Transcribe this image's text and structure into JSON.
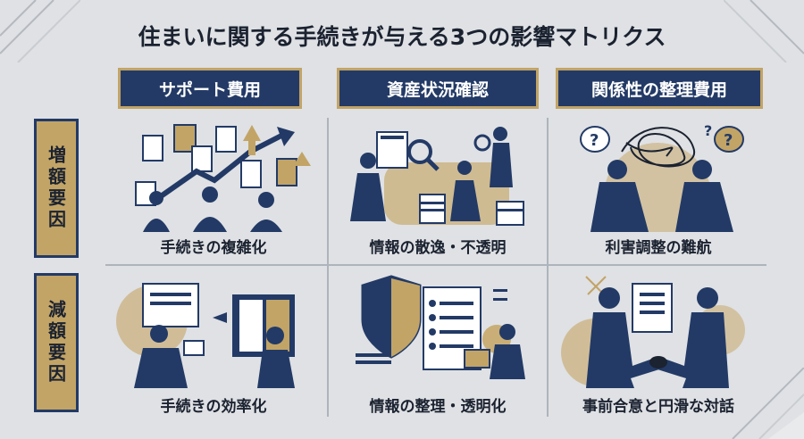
{
  "title": "住まいに関する手続きが与える3つの影響マトリクス",
  "columns": [
    {
      "label": "サポート費用"
    },
    {
      "label": "資産状況確認"
    },
    {
      "label": "関係性の整理費用"
    }
  ],
  "rows": [
    {
      "label": "増額要因",
      "cells": [
        {
          "caption": "手続きの複雑化",
          "icon": "documents-people-rising-arrows-icon"
        },
        {
          "caption": "情報の散逸・不透明",
          "icon": "people-searching-documents-icon"
        },
        {
          "caption": "利害調整の難航",
          "icon": "tangled-discussion-icon"
        }
      ]
    },
    {
      "label": "減額要因",
      "cells": [
        {
          "caption": "手続きの効率化",
          "icon": "people-organized-binder-icon"
        },
        {
          "caption": "情報の整理・透明化",
          "icon": "shield-checklist-person-icon"
        },
        {
          "caption": "事前合意と円滑な対話",
          "icon": "handshake-agreement-icon"
        }
      ]
    }
  ],
  "colors": {
    "navy": "#233a66",
    "gold": "#c2a466",
    "background": "#dfe1e4"
  }
}
